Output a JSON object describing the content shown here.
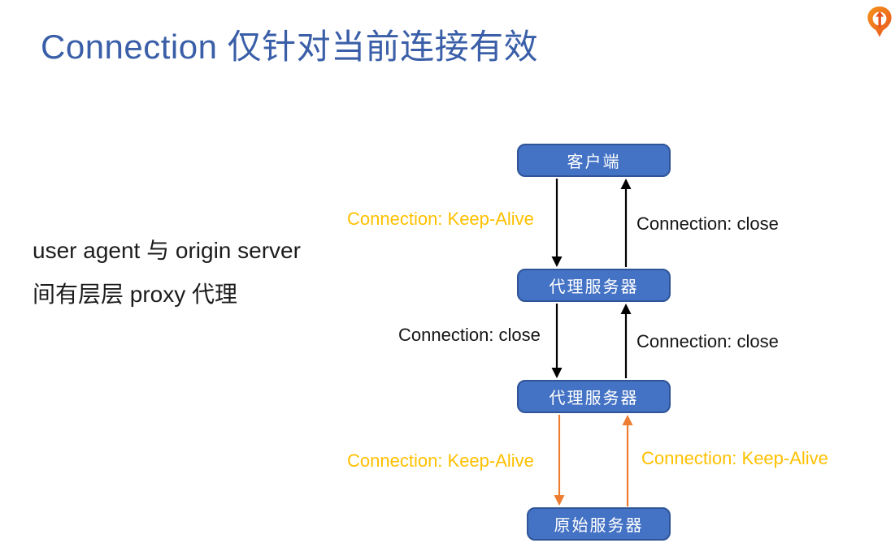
{
  "title": {
    "text": "Connection 仅针对当前连接有效",
    "color": "#3A5FA8"
  },
  "note": {
    "line1": "user agent 与 origin server",
    "line2": "间有层层 proxy 代理",
    "color": "#1c1c1c"
  },
  "logo": {
    "name": "qikegu-logo",
    "gradient_top": "#F7941D",
    "gradient_bottom": "#E8541E",
    "inner_color": "#FFFFFF",
    "arrow_color": "#E8541E"
  },
  "diagram": {
    "colors": {
      "node_fill": "#4472C4",
      "node_border": "#2F5597",
      "node_text": "#FFFFFF",
      "arrow_black": "#000000",
      "arrow_orange": "#ED7D31"
    },
    "nodes": [
      {
        "id": "client",
        "label": "客户端"
      },
      {
        "id": "proxy1",
        "label": "代理服务器"
      },
      {
        "id": "proxy2",
        "label": "代理服务器"
      },
      {
        "id": "origin",
        "label": "原始服务器"
      }
    ],
    "edge_labels": [
      {
        "id": "client-to-proxy1",
        "text": "Connection: Keep-Alive",
        "color": "#FFC000"
      },
      {
        "id": "proxy1-to-client",
        "text": "Connection: close",
        "color": "#151515"
      },
      {
        "id": "proxy1-to-proxy2",
        "text": "Connection: close",
        "color": "#151515"
      },
      {
        "id": "proxy2-to-proxy1",
        "text": "Connection: close",
        "color": "#151515"
      },
      {
        "id": "proxy2-to-origin",
        "text": "Connection: Keep-Alive",
        "color": "#FFC000"
      },
      {
        "id": "origin-to-proxy2",
        "text": "Connection: Keep-Alive",
        "color": "#FFC000"
      }
    ]
  }
}
